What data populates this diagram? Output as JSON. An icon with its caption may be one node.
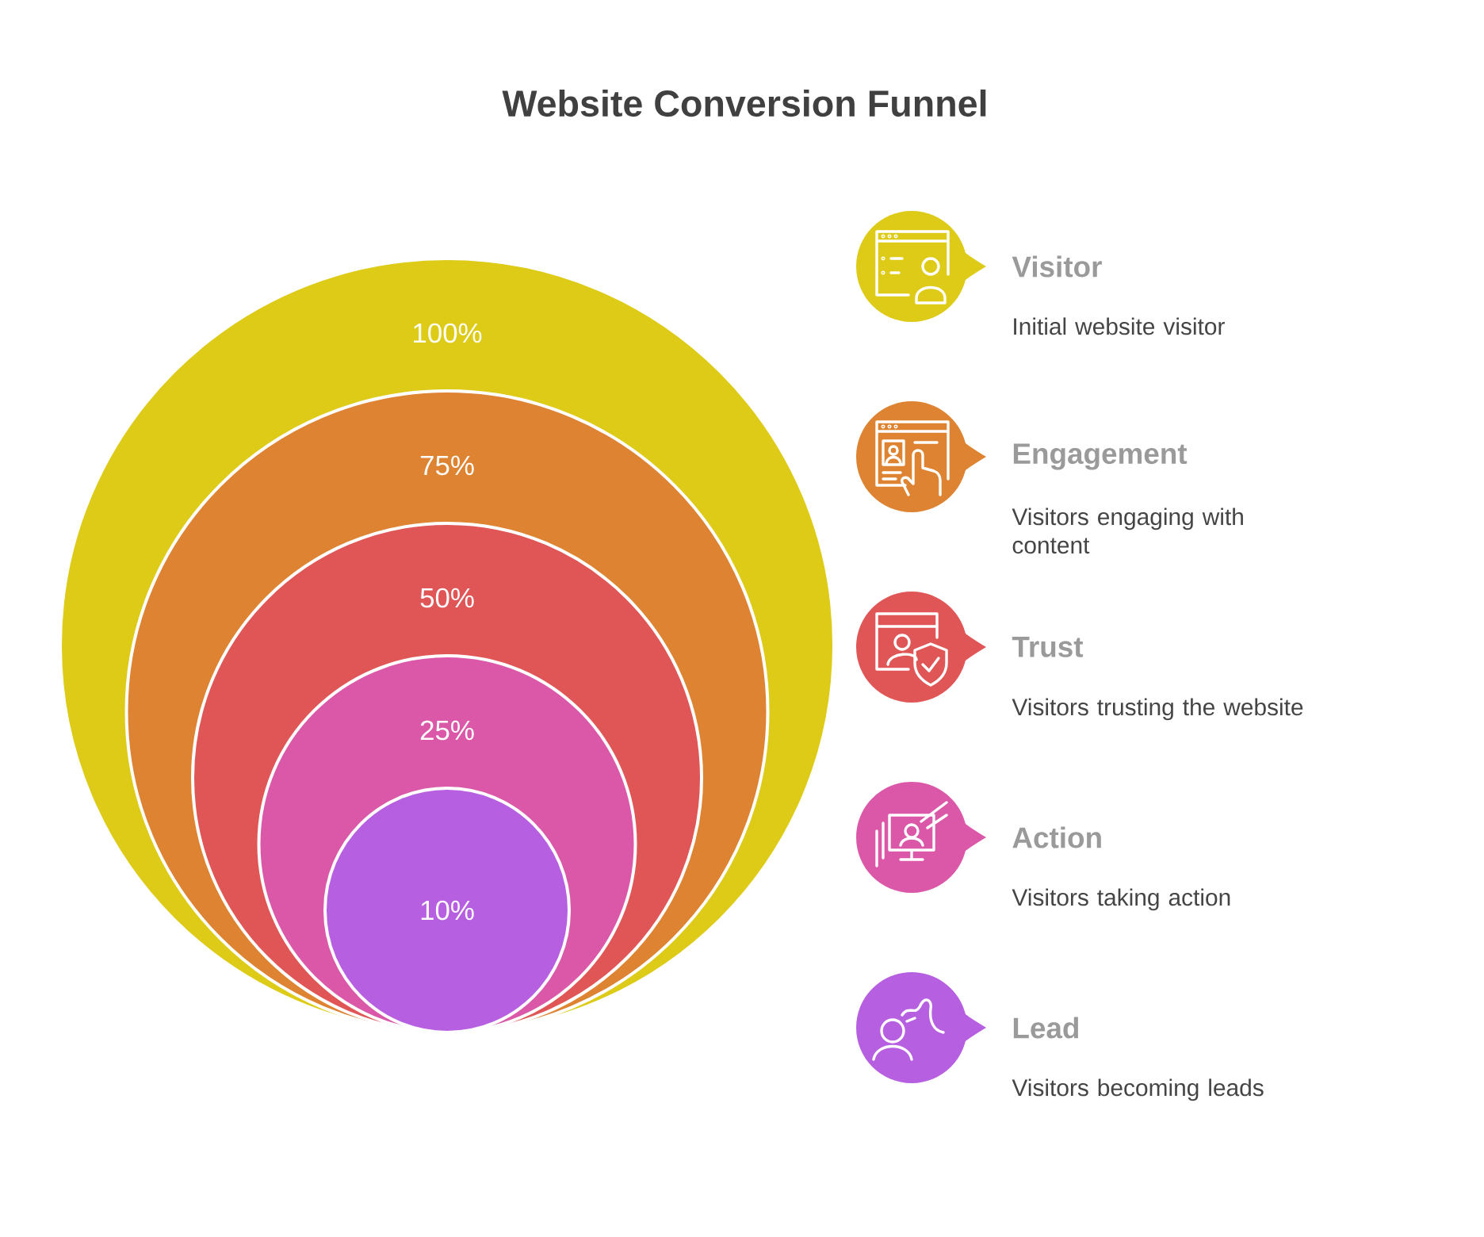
{
  "diagram": {
    "title": "Website Conversion Funnel",
    "nodes": [
      {
        "text": [
          "100%"
        ]
      },
      {
        "text": [
          "75%"
        ],
        "in": 0
      },
      {
        "text": [
          "50%"
        ],
        "in": 1
      },
      {
        "text": [
          "25%"
        ],
        "in": 2
      },
      {
        "text": [
          "10%"
        ],
        "in": 3
      },
      {
        "text": [
          "Visitor",
          "Initial website visitor"
        ]
      },
      {
        "text": [
          "Engagement",
          "Visitors engaging with content"
        ]
      },
      {
        "text": [
          "Trust",
          "Visitors trusting the website"
        ]
      },
      {
        "text": [
          "Action",
          "Visitors taking action"
        ]
      },
      {
        "text": [
          "Lead",
          "Visitors becoming leads"
        ]
      }
    ]
  }
}
